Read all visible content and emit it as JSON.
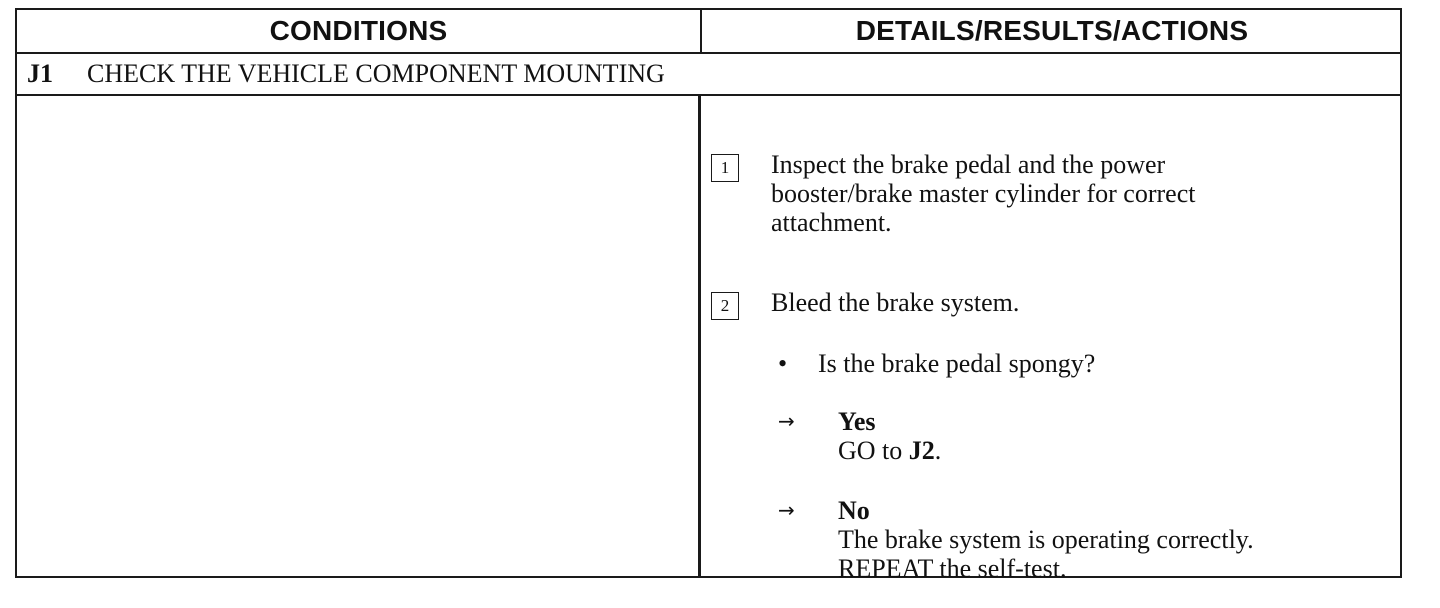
{
  "header": {
    "conditions_label": "CONDITIONS",
    "details_label": "DETAILS/RESULTS/ACTIONS"
  },
  "section": {
    "id": "J1",
    "title": "CHECK THE VEHICLE COMPONENT MOUNTING"
  },
  "steps": [
    {
      "number": "1",
      "lines": [
        "Inspect the brake pedal and the power",
        "booster/brake master cylinder for correct",
        "attachment."
      ]
    },
    {
      "number": "2",
      "lines": [
        "Bleed the brake system."
      ]
    }
  ],
  "question": {
    "bullet": "•",
    "text": "Is the brake pedal spongy?"
  },
  "results": [
    {
      "arrow": "→",
      "answer": "Yes",
      "action_prefix": "GO to ",
      "action_ref": "J2",
      "action_suffix": "."
    },
    {
      "arrow": "→",
      "answer": "No",
      "action_lines": [
        "The brake system is operating correctly.",
        "REPEAT the self-test."
      ]
    }
  ]
}
